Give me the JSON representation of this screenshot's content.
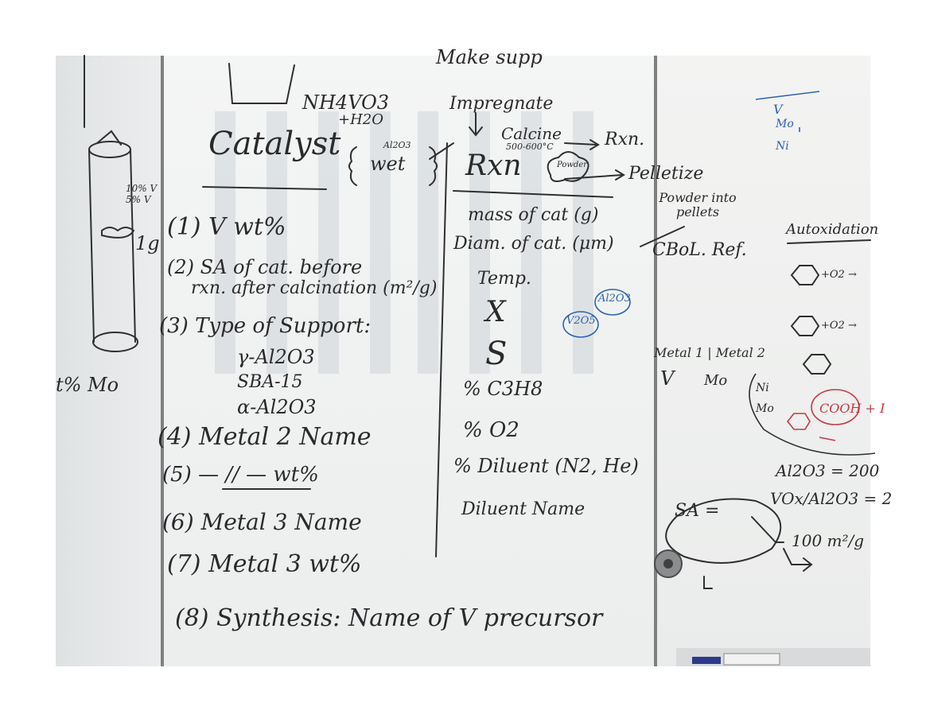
{
  "board": {
    "flow": {
      "make_supp": "Make supp",
      "impregnate": "Impregnate",
      "calcine": "Calcine",
      "calcine_temp": "500-600°C",
      "rxn_arrow": "Rxn.",
      "nh4vo3": "NH4VO3",
      "h2o": "+H2O",
      "wet": "wet",
      "wet_sub": "Al2O3",
      "rxn": "Rxn",
      "powder": "Powder",
      "pelletize": "Pelletize",
      "powder_into_pellets": "Powder into pellets",
      "cbd_ref": "CBoL. Ref."
    },
    "catalyst": {
      "title": "Catalyst",
      "items": [
        "(1) V wt%",
        "(2) SA of cat. before",
        "rxn. after calcination (m²/g)",
        "(3) Type of Support:",
        "γ-Al2O3",
        "SBA-15",
        "α-Al2O3",
        "(4) Metal 2 Name",
        "(5) — // — wt%",
        "(6) Metal 3 Name",
        "(7) Metal 3 wt%",
        "(8) Synthesis: Name of V precursor"
      ]
    },
    "rxn_list": {
      "items": [
        "mass of cat (g)",
        "Diam. of cat. (μm)",
        "Temp.",
        "X",
        "S",
        "% C3H8",
        "% O2",
        "% Diluent (N2, He)",
        "Diluent Name"
      ]
    },
    "left_margin": {
      "pct_labels": "10% V 5% V",
      "one_g": "1g",
      "wt_mo": "t% Mo"
    },
    "blue_notes": {
      "v2o5": "V2O5",
      "al2o3": "Al2O3",
      "v": "V",
      "mo": "Mo",
      "ni": "Ni"
    },
    "right_panel": {
      "autoxidation": "Autoxidation",
      "o2_a": "+O2 →",
      "o2_b": "+O2 →",
      "metal_header": "Metal 1 | Metal 2",
      "v": "V",
      "mo": "Mo",
      "ni": "Ni",
      "mo2": "Mo",
      "cooh": "COOH + I",
      "al2o3_sa": "Al2O3 = 200",
      "vox": "VOx/Al2O3 = 2",
      "sa": "SA =",
      "hundred": "100 m²/g"
    }
  }
}
